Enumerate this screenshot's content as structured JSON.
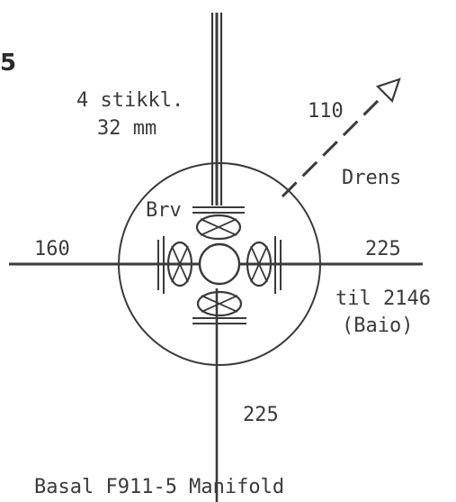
{
  "labels": {
    "page_mark": "5",
    "stikkl_count": "4 stikkl.",
    "stikkl_size": "32 mm",
    "brv": "Brv",
    "drain_dim": "110",
    "drain_label": "Drens",
    "west_dim": "160",
    "east_dim": "225",
    "east_dest_1": "til 2146",
    "east_dest_2": "(Baio)",
    "south_dim": "225",
    "caption": "Basal F911-5 Manifold"
  },
  "colors": {
    "ink": "#3a3a3a",
    "background": "#ffffff"
  }
}
